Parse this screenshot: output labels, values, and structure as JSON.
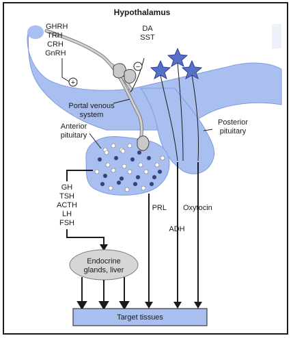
{
  "title": "Hypothalamus",
  "releasing_hormones": [
    "GHRH",
    "TRH",
    "CRH",
    "GnRH"
  ],
  "inhibiting_hormones": [
    "DA",
    "SST"
  ],
  "portal_label": [
    "Portal venous",
    "system"
  ],
  "anterior_label": [
    "Anterior",
    "pituitary"
  ],
  "posterior_label": [
    "Posterior",
    "pituitary"
  ],
  "anterior_hormones": [
    "GH",
    "TSH",
    "ACTH",
    "LH",
    "FSH"
  ],
  "prl_label": "PRL",
  "oxytocin_label": "Oxytocin",
  "adh_label": "ADH",
  "endocrine_label": [
    "Endocrine",
    "glands, liver"
  ],
  "target_label": "Target tissues",
  "plus_sign": "+",
  "minus_sign": "−",
  "colors": {
    "tissue": "#a9bff0",
    "tissue_edge": "#7f9ae0",
    "neuron": "#d2d2d2",
    "neuron_edge": "#7a7a7a",
    "cell_dark": "#2c3f8f",
    "cell_light": "#ffffff",
    "line": "#1a1a1a",
    "box": "#a9bff0"
  }
}
